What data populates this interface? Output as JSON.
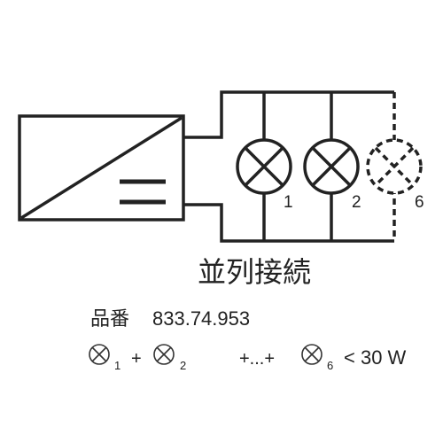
{
  "diagram": {
    "title": "並列接続",
    "lamps": [
      {
        "label": "1",
        "style": "solid"
      },
      {
        "label": "2",
        "style": "solid"
      },
      {
        "label": "6",
        "style": "dashed"
      }
    ]
  },
  "product": {
    "label": "品番",
    "number": "833.74.953"
  },
  "formula": {
    "sub_1": "1",
    "plus_1": "+",
    "sub_2": "2",
    "ellipsis": "+...+",
    "sub_6": "6",
    "limit": "< 30 W"
  },
  "colors": {
    "line": "#222222"
  }
}
